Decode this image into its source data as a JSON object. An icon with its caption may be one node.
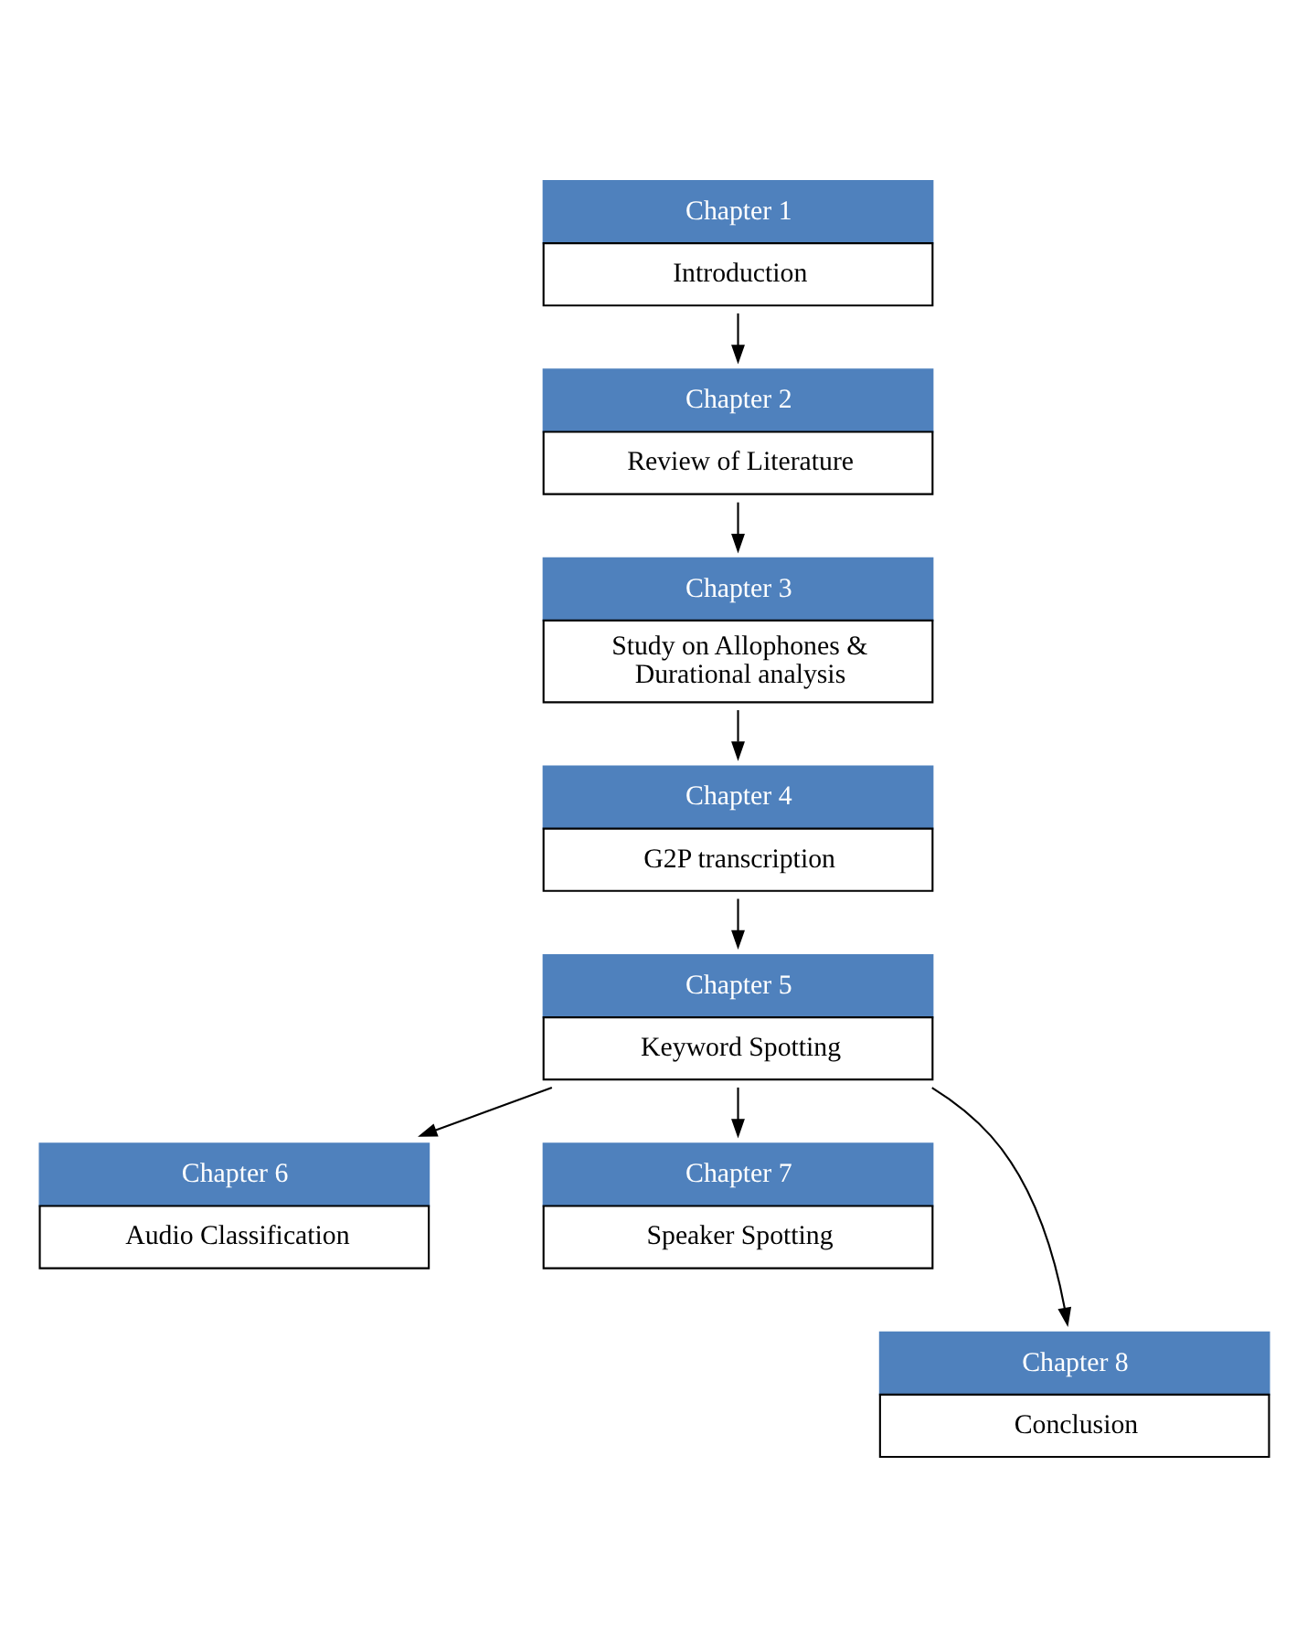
{
  "diagram": {
    "nodes": [
      {
        "text": [
          "Chapter 1",
          "Introduction"
        ]
      },
      {
        "text": [
          "Chapter 2",
          "Review of Literature"
        ]
      },
      {
        "text": [
          "Chapter 3",
          "Study on Allophones & Durational analysis"
        ]
      },
      {
        "text": [
          "Chapter 4",
          "G2P transcription"
        ]
      },
      {
        "text": [
          "Chapter 5",
          "Keyword Spotting"
        ]
      },
      {
        "text": [
          "Chapter 6",
          "Audio Classification"
        ]
      },
      {
        "text": [
          "Chapter 7",
          "Speaker Spotting"
        ]
      },
      {
        "text": [
          "Chapter 8",
          "Conclusion"
        ]
      }
    ],
    "edges": [
      {
        "from": 0,
        "to": 1,
        "arrow": "to"
      },
      {
        "from": 1,
        "to": 2,
        "arrow": "to"
      },
      {
        "from": 2,
        "to": 3,
        "arrow": "to"
      },
      {
        "from": 3,
        "to": 4,
        "arrow": "to"
      },
      {
        "from": 4,
        "to": 5,
        "arrow": "to"
      },
      {
        "from": 4,
        "to": 6,
        "arrow": "to"
      },
      {
        "from": 4,
        "to": 7,
        "arrow": "to"
      }
    ]
  }
}
